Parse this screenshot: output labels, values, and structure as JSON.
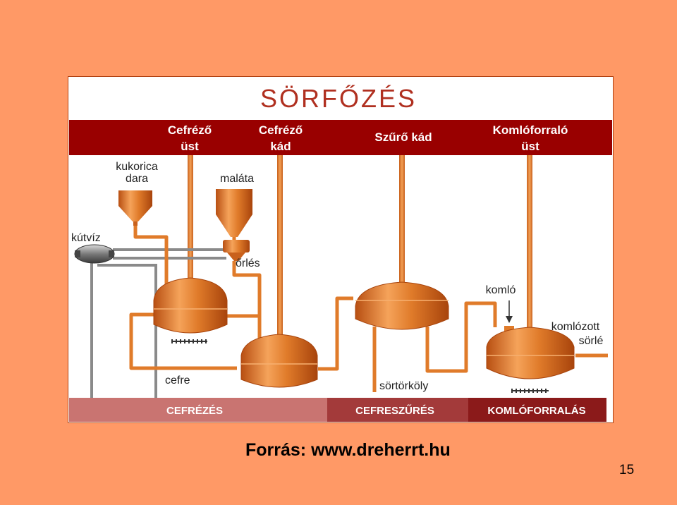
{
  "title": "SÖRFŐZÉS",
  "columns": [
    {
      "line1": "Cefréző",
      "line2": "üst"
    },
    {
      "line1": "Cefréző",
      "line2": "kád"
    },
    {
      "line1": "Szűrő kád",
      "line2": ""
    },
    {
      "line1": "Komlóforraló",
      "line2": "üst"
    }
  ],
  "labels": {
    "kukorica_1": "kukorica",
    "kukorica_2": "dara",
    "malata": "maláta",
    "kutviz": "kútvíz",
    "orles": "őrlés",
    "komlo": "komló",
    "komlozott_1": "komlózott",
    "komlozott_2": "sörlé",
    "cefre": "cefre",
    "sortorkoly": "sörtörköly"
  },
  "phases": [
    "CEFRÉZÉS",
    "CEFRESZŰRÉS",
    "KOMLÓFORRALÁS"
  ],
  "source": "Forrás: www.dreherrt.hu",
  "page_number": "15",
  "colors": {
    "background": "#ff9966",
    "header_band": "#990000",
    "phase_1": "#c97471",
    "phase_2": "#a33a3a",
    "phase_3": "#8b1a1a",
    "copper": "#e07b2a",
    "steel": "#8a8a8a"
  }
}
